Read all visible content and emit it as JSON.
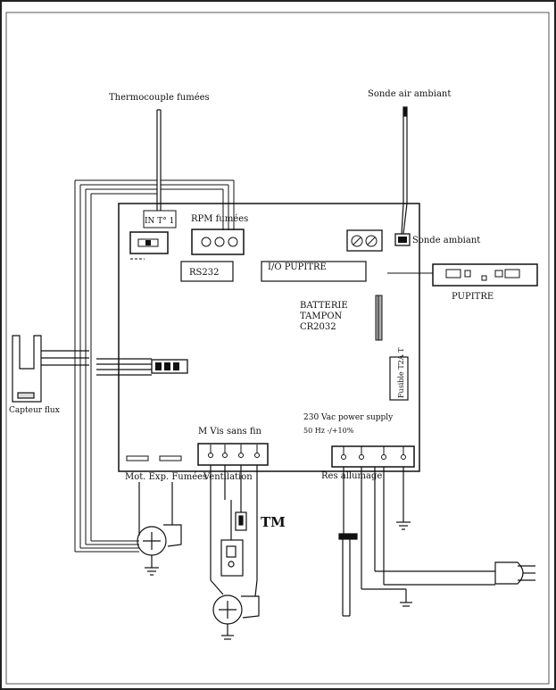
{
  "labels": {
    "thermocouple": "Thermocouple fumées",
    "sonde_air": "Sonde air ambiant",
    "in_t1": "IN T° 1",
    "rpm": "RPM fumées",
    "sonde_ambiant": "Sonde ambiant",
    "rs232": "RS232",
    "io_pupitre": "I/O PUPITRE",
    "pupitre": "PUPITRE",
    "batterie_1": "BATTERIE",
    "batterie_2": "TAMPON",
    "batterie_3": "CR2032",
    "fusible": "Fusible T2A T",
    "capteur": "Capteur flux",
    "power_1": "230 Vac power supply",
    "power_2": "50 Hz -/+10%",
    "vis": "M Vis sans fin",
    "mot_exp": "Mot. Exp. Fumées",
    "ventilation": "Ventilation",
    "res": "Res allumage",
    "tm": "TM"
  }
}
